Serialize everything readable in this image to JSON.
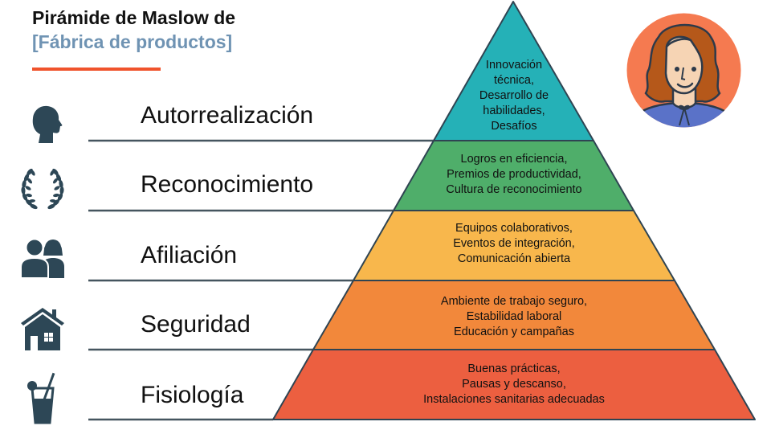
{
  "header": {
    "title": "Pirámide de Maslow de",
    "subtitle": "[Fábrica de productos]",
    "accent_color": "#f0532c",
    "subtitle_color": "#6f93b3"
  },
  "pyramid": {
    "outline_color": "#2f4452",
    "levels": [
      {
        "name": "Autorrealización",
        "icon": "head-profile-icon",
        "color": "#25b1b7",
        "items": [
          "Innovación",
          "técnica,",
          "Desarrollo de",
          "habilidades,",
          "Desafíos"
        ]
      },
      {
        "name": "Reconocimiento",
        "icon": "laurel-wreath-icon",
        "color": "#4fae6a",
        "items": [
          "Logros en eficiencia,",
          "Premios de productividad,",
          "Cultura de reconocimiento"
        ]
      },
      {
        "name": "Afiliación",
        "icon": "couple-icon",
        "color": "#f8b74c",
        "items": [
          "Equipos colaborativos,",
          "Eventos de integración,",
          "Comunicación abierta"
        ]
      },
      {
        "name": "Seguridad",
        "icon": "house-icon",
        "color": "#f2883b",
        "items": [
          "Ambiente de trabajo seguro,",
          "Estabilidad laboral",
          "Educación y campañas"
        ]
      },
      {
        "name": "Fisiología",
        "icon": "drink-glass-icon",
        "color": "#ec5f40",
        "items": [
          "Buenas prácticas,",
          "Pausas y descanso,",
          "Instalaciones sanitarias adecuadas"
        ]
      }
    ]
  },
  "avatar": {
    "icon": "woman-avatar-icon",
    "background": "#f57a50"
  }
}
